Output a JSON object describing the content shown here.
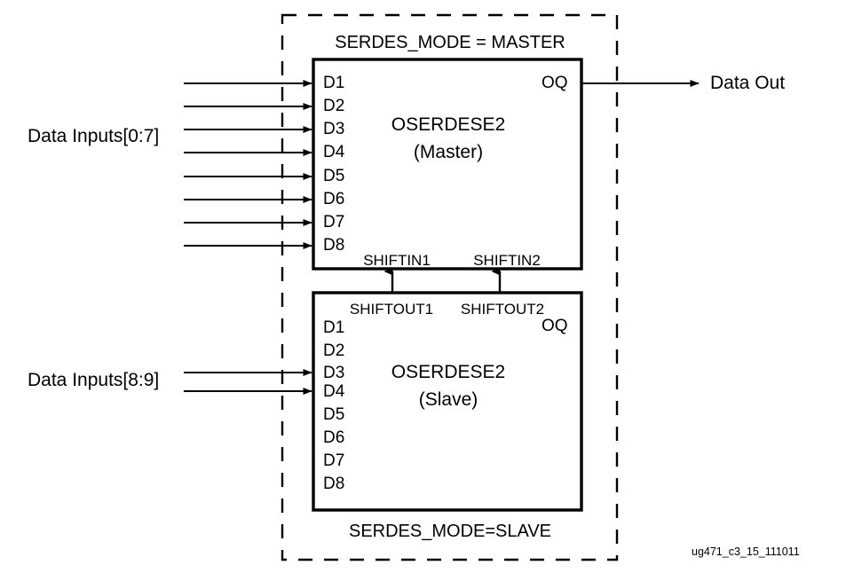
{
  "diagram": {
    "figure_id": "ug471_c3_15_111011",
    "colors": {
      "stroke": "#000000",
      "text": "#000000",
      "background": "#ffffff"
    },
    "outer_group": {
      "top_label": "SERDES_MODE = MASTER",
      "bottom_label": "SERDES_MODE=SLAVE",
      "border_style": "dashed"
    },
    "master_block": {
      "title": "OSERDESE2",
      "subtitle": "(Master)",
      "input_pins": [
        "D1",
        "D2",
        "D3",
        "D4",
        "D5",
        "D6",
        "D7",
        "D8"
      ],
      "output_pin": "OQ",
      "shift_inputs": [
        "SHIFTIN1",
        "SHIFTIN2"
      ]
    },
    "slave_block": {
      "title": "OSERDESE2",
      "subtitle": "(Slave)",
      "input_pins": [
        "D1",
        "D2",
        "D3",
        "D4",
        "D5",
        "D6",
        "D7",
        "D8"
      ],
      "output_pin": "OQ",
      "shift_outputs": [
        "SHIFTOUT1",
        "SHIFTOUT2"
      ]
    },
    "signals": {
      "master_inputs_label": "Data Inputs[0:7]",
      "slave_inputs_label": "Data Inputs[8:9]",
      "output_label": "Data Out"
    }
  }
}
